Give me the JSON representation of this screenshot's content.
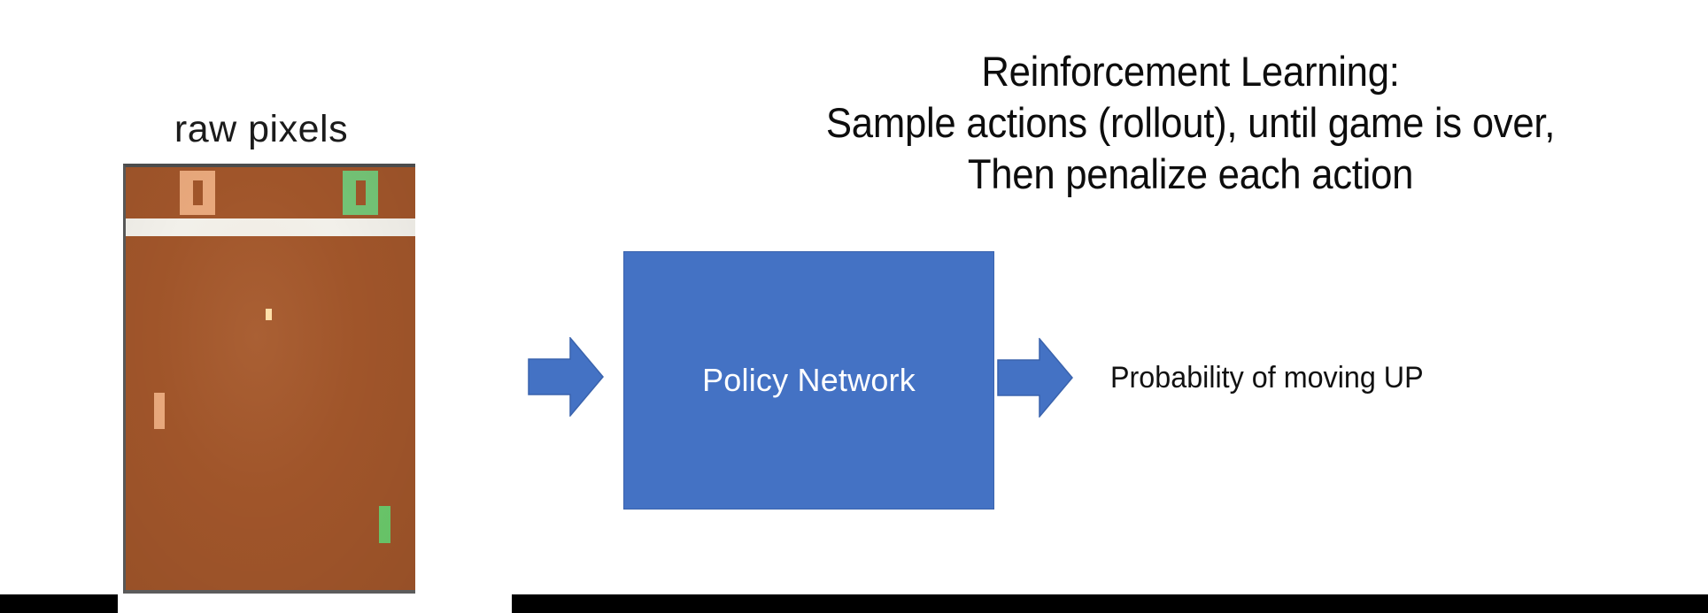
{
  "slide": {
    "background_color": "#ffffff",
    "headline_lines": [
      "Reinforcement Learning:",
      "Sample actions (rollout), until game is over,",
      "Then penalize each action"
    ],
    "headline_color": "#0d0d0d"
  },
  "game_panel": {
    "caption": "raw pixels",
    "game": "Pong",
    "field_color": "#a0552a",
    "divider_color": "#f2f0ea",
    "border_color": "#4c4c4c",
    "score_left": {
      "digit": "0",
      "color": "#e8a87c"
    },
    "score_right": {
      "digit": "0",
      "color": "#74c476"
    },
    "paddle_left": {
      "label": "opponent-paddle",
      "color": "#e8a87c"
    },
    "paddle_right": {
      "label": "agent-paddle",
      "color": "#6bc96b"
    },
    "ball": {
      "color": "#ffe3ac"
    }
  },
  "diagram": {
    "input_arrow": {
      "label": "input-arrow",
      "direction": "right",
      "color": "#4472c4"
    },
    "policy_network": {
      "label": "Policy Network",
      "fill_color": "#4472c4",
      "text_color": "#ffffff"
    },
    "output_arrow": {
      "label": "output-arrow",
      "direction": "right",
      "color": "#4472c4"
    },
    "output_label": "Probability of moving UP"
  },
  "letterbox": {
    "color": "#000000"
  }
}
